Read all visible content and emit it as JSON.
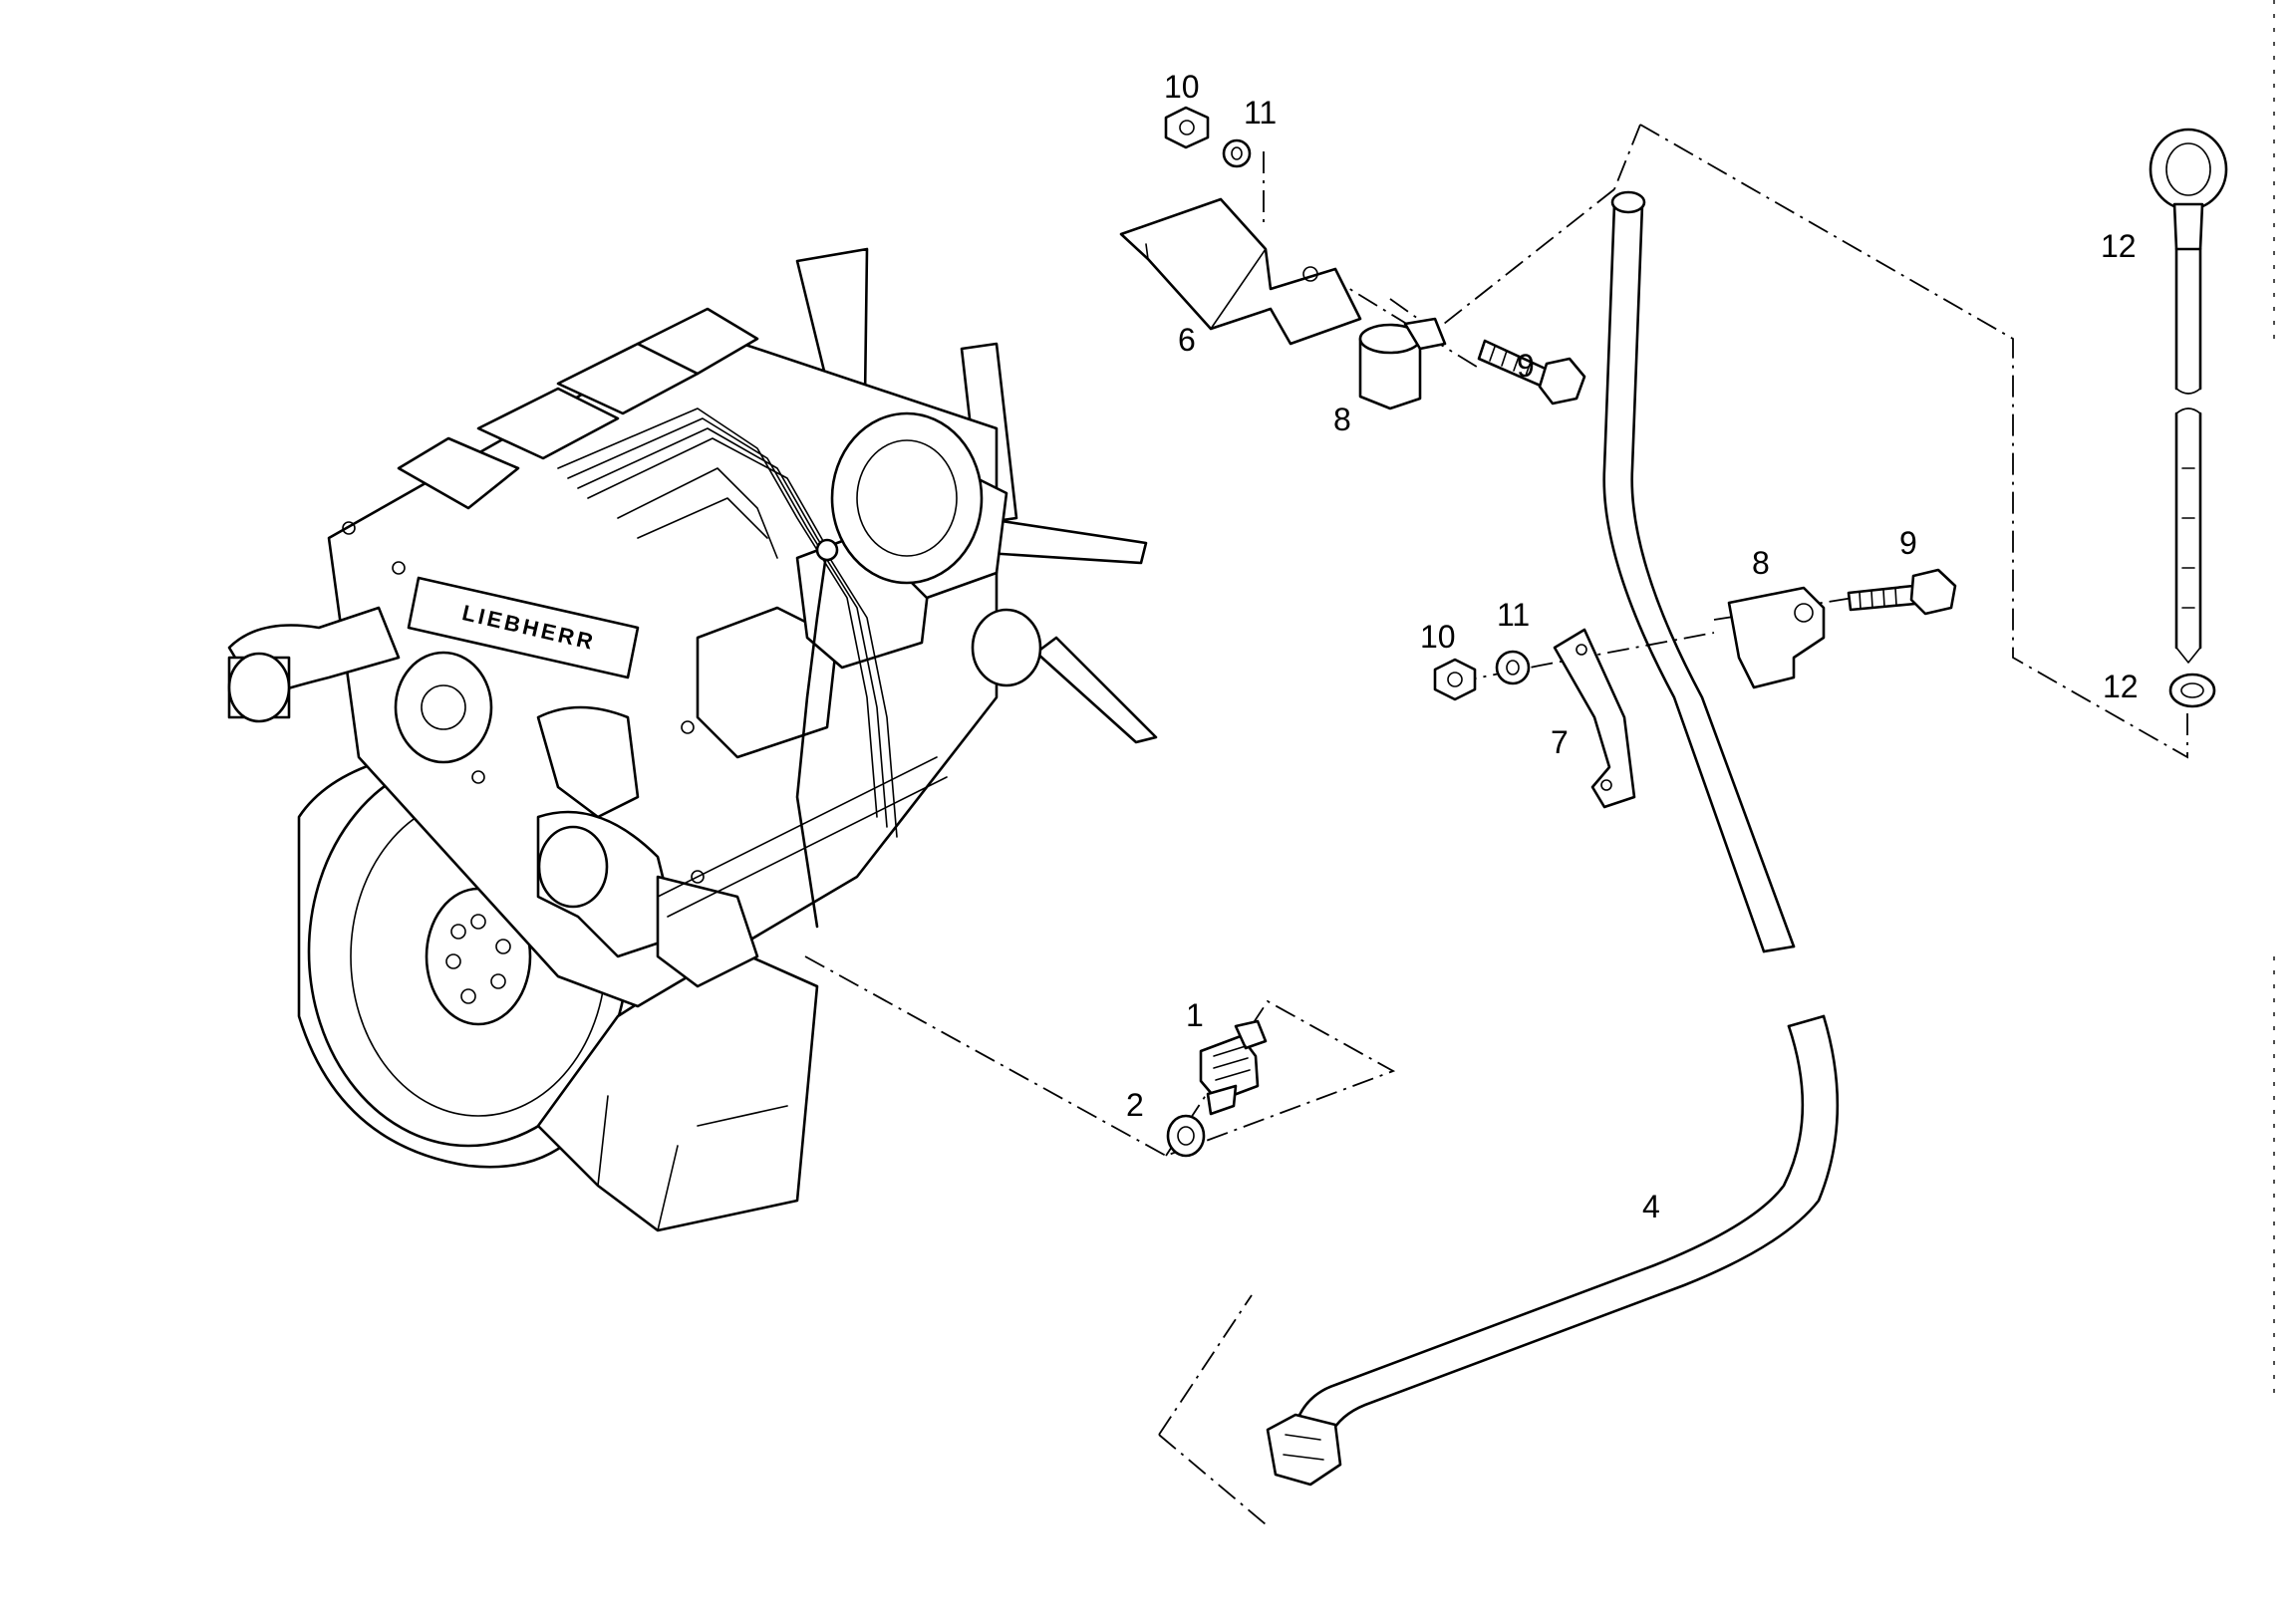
{
  "diagram": {
    "callouts": {
      "p1": "1",
      "p2": "2",
      "p4": "4",
      "p6": "6",
      "p7": "7",
      "p8_top": "8",
      "p8_mid": "8",
      "p9_top": "9",
      "p9_mid": "9",
      "p10_top": "10",
      "p10_mid": "10",
      "p11_top": "11",
      "p11_mid": "11",
      "p12_top": "12",
      "p12_bottom": "12"
    },
    "engine_logo": "LIEBHERR"
  }
}
